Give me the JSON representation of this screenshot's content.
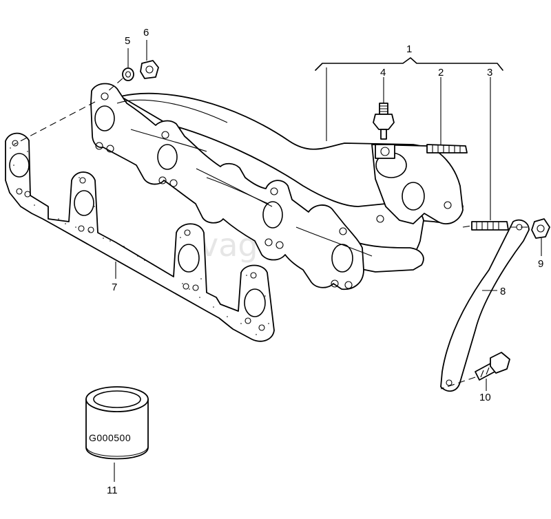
{
  "diagram": {
    "watermark": "vagteo.ru",
    "gasket_label": "G000500",
    "callouts": [
      {
        "id": "c1",
        "text": "1"
      },
      {
        "id": "c2",
        "text": "2"
      },
      {
        "id": "c3",
        "text": "3"
      },
      {
        "id": "c4",
        "text": "4"
      },
      {
        "id": "c5",
        "text": "5"
      },
      {
        "id": "c6",
        "text": "6"
      },
      {
        "id": "c7",
        "text": "7"
      },
      {
        "id": "c8",
        "text": "8"
      },
      {
        "id": "c9",
        "text": "9"
      },
      {
        "id": "c10",
        "text": "10"
      },
      {
        "id": "c11",
        "text": "11"
      }
    ]
  }
}
